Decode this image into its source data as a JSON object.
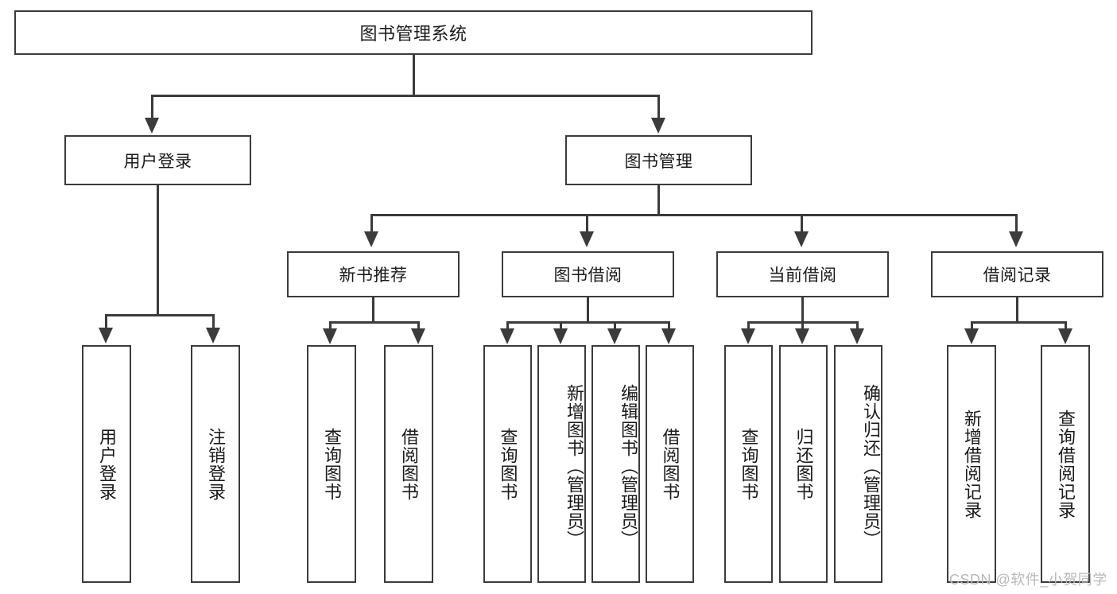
{
  "diagram": {
    "title": "图书管理系统",
    "type": "hierarchy-tree",
    "root": {
      "label": "图书管理系统"
    },
    "level2": [
      {
        "label": "用户登录"
      },
      {
        "label": "图书管理"
      }
    ],
    "level3": [
      {
        "label": "新书推荐"
      },
      {
        "label": "图书借阅"
      },
      {
        "label": "当前借阅"
      },
      {
        "label": "借阅记录"
      }
    ],
    "leaves": {
      "user_login": [
        {
          "label": "用户登录"
        },
        {
          "label": "注销登录"
        }
      ],
      "new_book_recommend": [
        {
          "label": "查询图书"
        },
        {
          "label": "借阅图书"
        }
      ],
      "book_borrow": [
        {
          "label": "查询图书"
        },
        {
          "label": "新增图书（管理员）"
        },
        {
          "label": "编辑图书（管理员）"
        },
        {
          "label": "借阅图书"
        }
      ],
      "current_borrow": [
        {
          "label": "查询图书"
        },
        {
          "label": "归还图书"
        },
        {
          "label": "确认归还（管理员）"
        }
      ],
      "borrow_record": [
        {
          "label": "新增借阅记录"
        },
        {
          "label": "查询借阅记录"
        }
      ]
    }
  },
  "watermark": {
    "text": "CSDN @软件_小贺同学"
  },
  "colors": {
    "stroke": "#3b3b3b",
    "background": "#ffffff",
    "text": "#1a1a1a",
    "watermark": "#b9b9b9"
  }
}
